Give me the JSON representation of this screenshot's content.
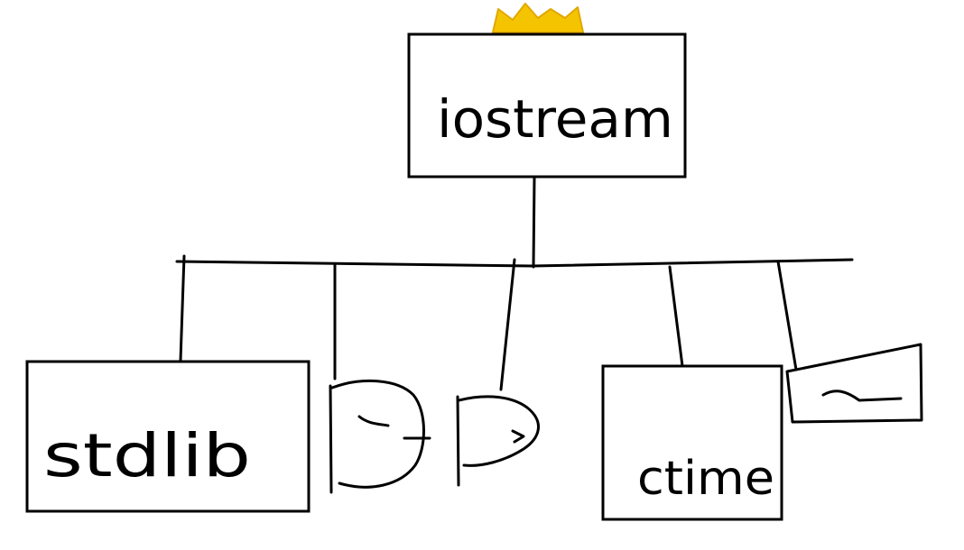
{
  "diagram": {
    "root": {
      "label": "iostream"
    },
    "children": [
      {
        "label": "stdlib"
      },
      {
        "label": ""
      },
      {
        "label": ""
      },
      {
        "label": "ctime"
      },
      {
        "label": ""
      }
    ]
  },
  "colors": {
    "ink": "#000000",
    "crown": "#f5c400",
    "background": "#ffffff"
  },
  "icons": {
    "crown": "crown-icon"
  }
}
